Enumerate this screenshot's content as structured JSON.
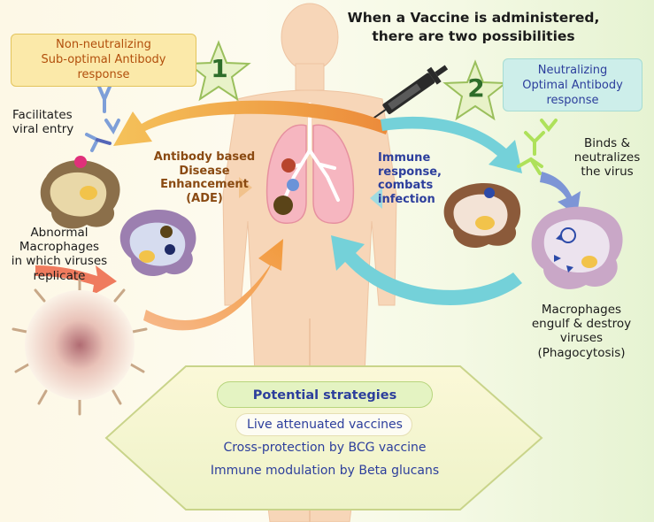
{
  "title": {
    "line1": "When a Vaccine is administered,",
    "line2": "there are two possibilities"
  },
  "left_pathway": {
    "number": "1",
    "box_line1": "Non-neutralizing",
    "box_line2": "Sub-optimal Antibody",
    "box_line3": "response",
    "facilitates_line1": "Facilitates",
    "facilitates_line2": "viral entry",
    "macrophage_line1": "Abnormal",
    "macrophage_line2": "Macrophages",
    "macrophage_line3": "in which viruses",
    "macrophage_line4": "replicate",
    "ade_line1": "Antibody based",
    "ade_line2": "Disease",
    "ade_line3": "Enhancement",
    "ade_line4": "(ADE)"
  },
  "right_pathway": {
    "number": "2",
    "box_line1": "Neutralizing",
    "box_line2": "Optimal Antibody",
    "box_line3": "response",
    "binds_line1": "Binds &",
    "binds_line2": "neutralizes",
    "binds_line3": "the virus",
    "immune_line1": "Immune",
    "immune_line2": "response,",
    "immune_line3": "combats",
    "immune_line4": "infection",
    "phago_line1": "Macrophages",
    "phago_line2": "engulf & destroy",
    "phago_line3": "viruses",
    "phago_line4": "(Phagocytosis)"
  },
  "strategies": {
    "title": "Potential strategies",
    "items": [
      "Live attenuated vaccines",
      "Cross-protection by BCG vaccine",
      "Immune modulation by Beta glucans"
    ]
  },
  "colors": {
    "left_accent": "#b24f0c",
    "right_accent": "#2c3e9c",
    "orange_arrow": "#f0a64a",
    "teal_arrow": "#6fcfd8",
    "body": "#f7d6b8"
  }
}
